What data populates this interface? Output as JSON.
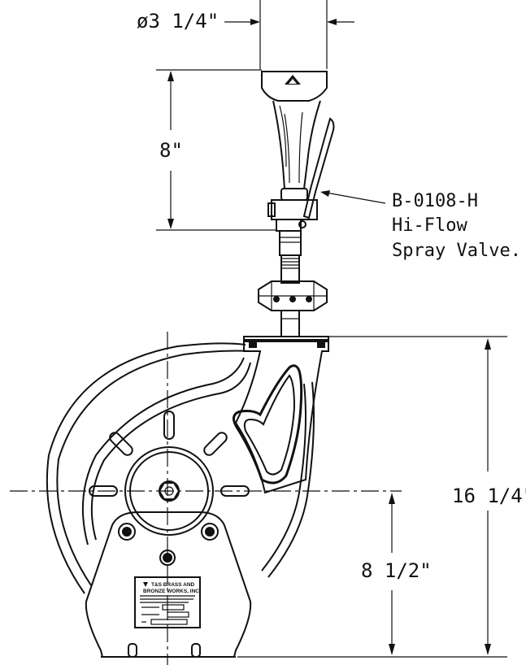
{
  "dimensions": {
    "diameter": "ø3 1/4\"",
    "valve_height": "8\"",
    "total_height": "16 1/4\"",
    "axle_height": "8 1/2\""
  },
  "callout": {
    "line1": "B-0108-H",
    "line2": "Hi-Flow",
    "line3": "Spray Valve."
  },
  "nameplate": {
    "brand_line1": "T&S BRASS AND",
    "brand_line2": "BRONZE WORKS, INC."
  }
}
